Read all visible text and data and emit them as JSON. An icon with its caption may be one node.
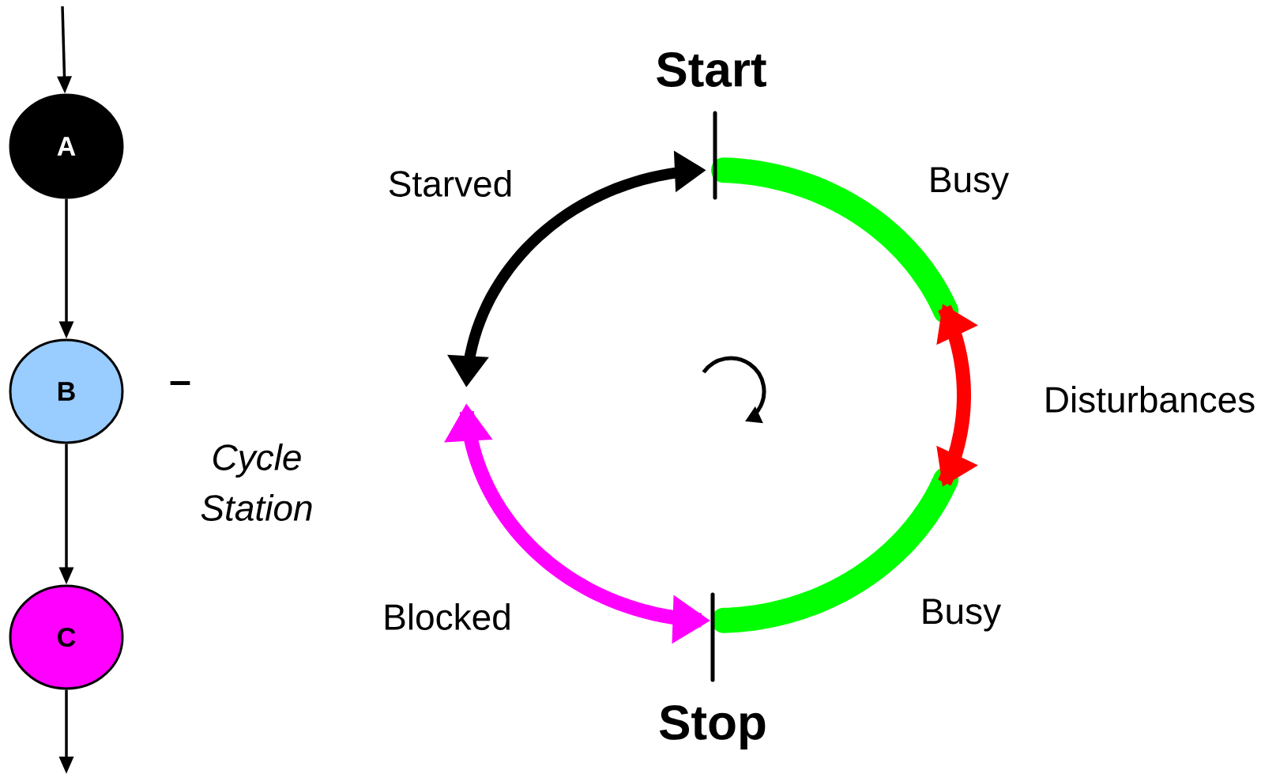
{
  "diagram": {
    "nodes": [
      {
        "text": [
          "A"
        ]
      },
      {
        "text": [
          "B"
        ]
      },
      {
        "text": [
          "C"
        ]
      }
    ],
    "edges": [
      {
        "from": null,
        "to": 0,
        "arrow": "to"
      },
      {
        "from": 0,
        "to": 1,
        "arrow": "to"
      },
      {
        "from": 1,
        "to": 2,
        "arrow": "to"
      },
      {
        "from": 2,
        "to": null,
        "arrow": "to"
      }
    ],
    "labels": [
      "Start",
      "Starved",
      "Busy",
      "–",
      "Disturbances",
      "Cycle Station",
      "Blocked",
      "Busy",
      "Stop"
    ]
  }
}
